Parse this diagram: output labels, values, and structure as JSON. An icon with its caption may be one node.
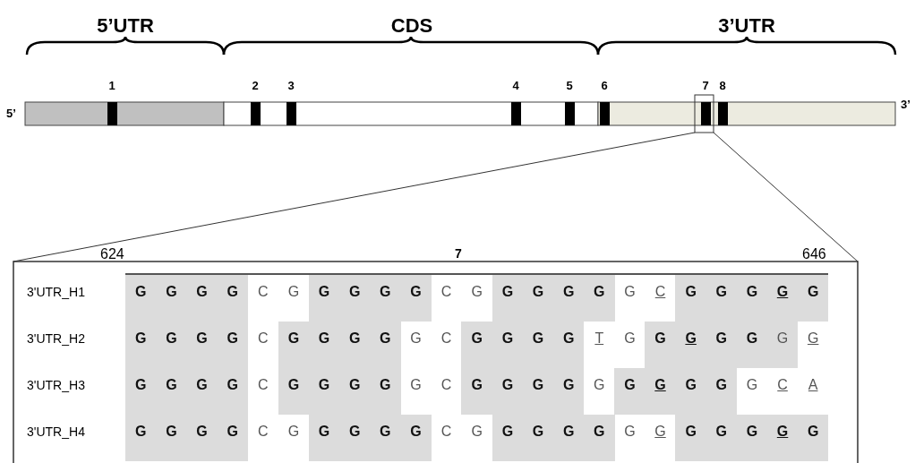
{
  "diagram": {
    "labels": [
      "5’UTR",
      "CDS",
      "3’UTR",
      "1",
      "2",
      "3",
      "4",
      "5",
      "6",
      "7",
      "8",
      "5’",
      "3’",
      "624",
      "7",
      "646",
      "3'UTR_H1",
      "G",
      "G",
      "G",
      "G",
      "C",
      "G",
      "G",
      "G",
      "G",
      "G",
      "C",
      "G",
      "G",
      "G",
      "G",
      "G",
      "G",
      "C",
      "G",
      "G",
      "G",
      "G",
      "G",
      "3'UTR_H2",
      "G",
      "G",
      "G",
      "G",
      "C",
      "G",
      "G",
      "G",
      "G",
      "G",
      "C",
      "G",
      "G",
      "G",
      "G",
      "T",
      "G",
      "G",
      "G",
      "G",
      "G",
      "G",
      "G",
      "3'UTR_H3",
      "G",
      "G",
      "G",
      "G",
      "C",
      "G",
      "G",
      "G",
      "G",
      "G",
      "C",
      "G",
      "G",
      "G",
      "G",
      "G",
      "G",
      "G",
      "G",
      "G",
      "G",
      "C",
      "A",
      "3'UTR_H4",
      "G",
      "G",
      "G",
      "G",
      "C",
      "G",
      "G",
      "G",
      "G",
      "G",
      "C",
      "G",
      "G",
      "G",
      "G",
      "G",
      "G",
      "G",
      "G",
      "G",
      "G",
      "G",
      "G"
    ]
  }
}
